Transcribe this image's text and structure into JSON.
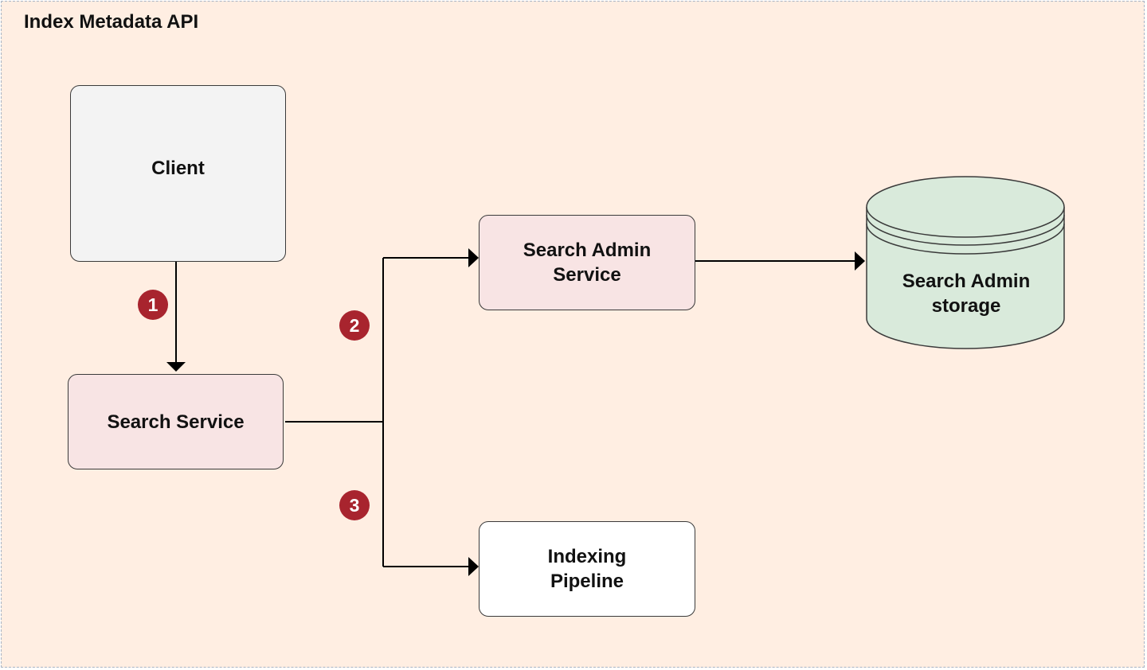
{
  "frame": {
    "title": "Index Metadata API"
  },
  "nodes": {
    "client": "Client",
    "search_service": "Search Service",
    "search_admin_service": "Search Admin\nService",
    "indexing_pipeline": "Indexing\nPipeline",
    "search_admin_storage": "Search Admin\nstorage"
  },
  "steps": [
    "1",
    "2",
    "3"
  ],
  "colors": {
    "frame_bg": "#ffeee2",
    "client_bg": "#f3f3f3",
    "service_bg": "#f8e4e4",
    "storage_bg": "#d9eadb",
    "pipeline_bg": "#ffffff",
    "step_badge": "#a8242e"
  }
}
